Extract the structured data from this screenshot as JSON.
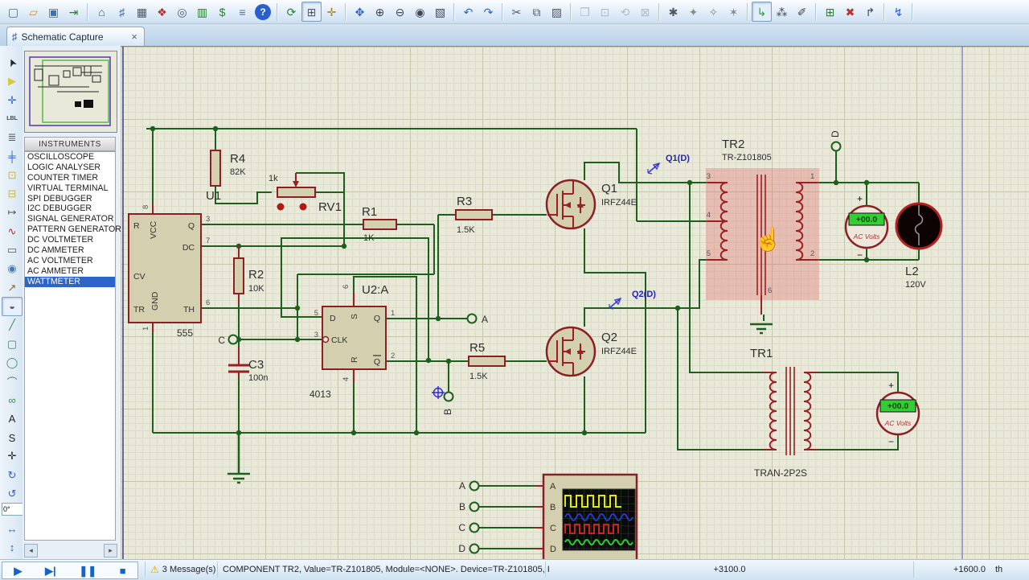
{
  "tab": {
    "title": "Schematic Capture",
    "close": "×",
    "icon": "♯"
  },
  "toolbar": {
    "groups": [
      {
        "items": [
          {
            "name": "new-design",
            "glyph": "▢",
            "color": "#55688a"
          },
          {
            "name": "open-design",
            "glyph": "▱",
            "color": "#c89a3a"
          },
          {
            "name": "save-design",
            "glyph": "▣",
            "color": "#3a6fba"
          },
          {
            "name": "import-design",
            "glyph": "⇥",
            "color": "#2e7d32"
          }
        ]
      },
      {
        "items": [
          {
            "name": "home-page",
            "glyph": "⌂",
            "color": "#556"
          },
          {
            "name": "schematic-capture",
            "glyph": "♯",
            "color": "#3a5f9e"
          },
          {
            "name": "pcb-layout",
            "glyph": "▦",
            "color": "#b03030"
          },
          {
            "name": "3d-visualizer",
            "glyph": "❖",
            "color": "#b03030"
          },
          {
            "name": "gerber-viewer",
            "glyph": "◎",
            "color": "#556"
          },
          {
            "name": "design-explorer",
            "glyph": "▥",
            "color": "#2e7d32"
          },
          {
            "name": "bill-of-materials",
            "glyph": "$",
            "color": "#2e7d32"
          },
          {
            "name": "project-notes",
            "glyph": "≡",
            "color": "#4a6fae"
          },
          {
            "name": "help",
            "glyph": "?",
            "color": "#ffffff",
            "badge": true
          }
        ]
      },
      {
        "items": [
          {
            "name": "redraw-display",
            "glyph": "⟳",
            "color": "#2e7d32"
          },
          {
            "name": "toggle-grid",
            "glyph": "⊞",
            "color": "#556",
            "state": "pressed"
          },
          {
            "name": "toggle-origin",
            "glyph": "✛",
            "color": "#a08020"
          }
        ]
      },
      {
        "items": [
          {
            "name": "pan",
            "glyph": "✥",
            "color": "#2a5fd0"
          },
          {
            "name": "zoom-in",
            "glyph": "⊕",
            "color": "#445"
          },
          {
            "name": "zoom-out",
            "glyph": "⊖",
            "color": "#445"
          },
          {
            "name": "zoom-all",
            "glyph": "◉",
            "color": "#445"
          },
          {
            "name": "zoom-area",
            "glyph": "▧",
            "color": "#445"
          }
        ]
      },
      {
        "items": [
          {
            "name": "undo",
            "glyph": "↶",
            "color": "#2a5fd0"
          },
          {
            "name": "redo",
            "glyph": "↷",
            "color": "#2a5fd0"
          }
        ]
      },
      {
        "items": [
          {
            "name": "cut",
            "glyph": "✂",
            "color": "#556"
          },
          {
            "name": "copy",
            "glyph": "⧉",
            "color": "#556"
          },
          {
            "name": "paste",
            "glyph": "▨",
            "color": "#556"
          }
        ]
      },
      {
        "items": [
          {
            "name": "copy-block",
            "glyph": "❐",
            "color": "#999",
            "state": "disabled"
          },
          {
            "name": "move-block",
            "glyph": "⊡",
            "color": "#999",
            "state": "disabled"
          },
          {
            "name": "rotate-block",
            "glyph": "⟲",
            "color": "#999",
            "state": "disabled"
          },
          {
            "name": "delete-block",
            "glyph": "⊠",
            "color": "#999",
            "state": "disabled"
          }
        ]
      },
      {
        "items": [
          {
            "name": "pick-parts",
            "glyph": "✱",
            "color": "#556"
          },
          {
            "name": "make-device",
            "glyph": "✦",
            "color": "#8a8a8a"
          },
          {
            "name": "packaging-tool",
            "glyph": "✧",
            "color": "#8a8a8a"
          },
          {
            "name": "decompose",
            "glyph": "✶",
            "color": "#8a8a8a"
          }
        ]
      },
      {
        "items": [
          {
            "name": "wire-autorouter",
            "glyph": "↳",
            "color": "#2aa02a",
            "state": "pressed"
          },
          {
            "name": "search-and-tag",
            "glyph": "⁂",
            "color": "#445"
          },
          {
            "name": "property-assignment-tool",
            "glyph": "✐",
            "color": "#445"
          }
        ]
      },
      {
        "items": [
          {
            "name": "new-root-sheet",
            "glyph": "⊞",
            "color": "#2e7d32"
          },
          {
            "name": "remove-sheet",
            "glyph": "✖",
            "color": "#c03030"
          },
          {
            "name": "goto-sheet",
            "glyph": "↱",
            "color": "#445"
          }
        ]
      },
      {
        "items": [
          {
            "name": "electrical-rule-check",
            "glyph": "↯",
            "color": "#2a5fd0"
          }
        ]
      }
    ]
  },
  "left_toolbar": {
    "items": [
      {
        "name": "selection-mode",
        "glyph": "➤",
        "color": "#222",
        "rot": -115
      },
      {
        "name": "component-mode",
        "glyph": "▶",
        "color": "#d9c83a"
      },
      {
        "name": "junction-dot-mode",
        "glyph": "✛",
        "color": "#2a5fd0"
      },
      {
        "name": "wire-label-mode",
        "glyph": "LBL",
        "color": "#445",
        "tiny": true
      },
      {
        "name": "text-script-mode",
        "glyph": "≣",
        "color": "#556"
      },
      {
        "name": "buses-mode",
        "glyph": "╪",
        "color": "#2a5fd0"
      },
      {
        "name": "subcircuit-mode",
        "glyph": "⊡",
        "color": "#c8b93a"
      },
      {
        "name": "terminals-mode",
        "glyph": "⊟",
        "color": "#c8b93a"
      },
      {
        "name": "device-pins-mode",
        "glyph": "↦",
        "color": "#556"
      },
      {
        "name": "graph-mode",
        "glyph": "∿",
        "color": "#b03030"
      },
      {
        "name": "tape-recorder-mode",
        "glyph": "▭",
        "color": "#556"
      },
      {
        "name": "generator-mode",
        "glyph": "◉",
        "color": "#4a7ab5"
      },
      {
        "name": "voltage-probe-mode",
        "glyph": "↗",
        "color": "#8a6d2f"
      },
      {
        "name": "virtual-instruments-mode",
        "glyph": "◒",
        "color": "#557",
        "selected": true
      },
      {
        "name": "2d-line-mode",
        "glyph": "╱",
        "color": "#3a8a5a"
      },
      {
        "name": "2d-box-mode",
        "glyph": "▢",
        "color": "#3a8a5a"
      },
      {
        "name": "2d-circle-mode",
        "glyph": "◯",
        "color": "#3a8a5a"
      },
      {
        "name": "2d-arc-mode",
        "glyph": "⌒",
        "color": "#3a8a5a"
      },
      {
        "name": "2d-path-mode",
        "glyph": "∞",
        "color": "#3a8a5a"
      },
      {
        "name": "2d-text-mode",
        "glyph": "A",
        "color": "#223"
      },
      {
        "name": "2d-symbol-mode",
        "glyph": "S",
        "color": "#223"
      },
      {
        "name": "2d-marker-mode",
        "glyph": "✛",
        "color": "#223"
      },
      {
        "name": "rotate-clockwise",
        "glyph": "↻",
        "color": "#2a5fd0"
      },
      {
        "name": "rotate-anticlockwise",
        "glyph": "↺",
        "color": "#2a5fd0"
      },
      {
        "name": "rotation-angle-field",
        "type": "field",
        "value": "0°"
      },
      {
        "name": "flip-horizontal",
        "glyph": "↔",
        "color": "#2a5fd0"
      },
      {
        "name": "flip-vertical",
        "glyph": "↕",
        "color": "#2a5fd0"
      }
    ]
  },
  "panel": {
    "instruments_header": "INSTRUMENTS",
    "instruments": [
      "OSCILLOSCOPE",
      "LOGIC ANALYSER",
      "COUNTER TIMER",
      "VIRTUAL TERMINAL",
      "SPI DEBUGGER",
      "I2C DEBUGGER",
      "SIGNAL GENERATOR",
      "PATTERN GENERATOR",
      "DC VOLTMETER",
      "DC AMMETER",
      "AC VOLTMETER",
      "AC AMMETER",
      "WATTMETER"
    ],
    "selected": "WATTMETER",
    "scroll_left": "◂",
    "scroll_right": "▸"
  },
  "schematic": {
    "u1": {
      "ref": "U1",
      "value": "555",
      "pin_r": "R",
      "pin_vcc": "VCC",
      "pin_q": "Q",
      "pin_dc": "DC",
      "pin_cv": "CV",
      "pin_tr": "TR",
      "pin_gnd": "GND",
      "pin_th": "TH",
      "n8": "8",
      "n1": "1",
      "n3": "3",
      "n7": "7",
      "n6": "6"
    },
    "r1": {
      "ref": "R1",
      "value": "1K"
    },
    "r2": {
      "ref": "R2",
      "value": "10K"
    },
    "r3": {
      "ref": "R3",
      "value": "1.5K"
    },
    "r4": {
      "ref": "R4",
      "value": "82K"
    },
    "r5": {
      "ref": "R5",
      "value": "1.5K"
    },
    "rv1": {
      "ref": "RV1",
      "value": "1k"
    },
    "c3": {
      "ref": "C3",
      "value": "100n"
    },
    "u2": {
      "ref": "U2:A",
      "value": "4013",
      "pin_d": "D",
      "pin_clk": "CLK",
      "pin_s": "S",
      "pin_r": "R",
      "pin_q": "Q",
      "pin_qb": "Q",
      "n5": "5",
      "n3": "3",
      "n1": "1",
      "n2": "2",
      "n6": "6",
      "n4": "4"
    },
    "q1": {
      "ref": "Q1",
      "value": "IRFZ44E"
    },
    "q2": {
      "ref": "Q2",
      "value": "IRFZ44E"
    },
    "tr2": {
      "ref": "TR2",
      "value": "TR-Z101805",
      "n1": "1",
      "n2": "2",
      "n3": "3",
      "n4": "4",
      "n5": "5",
      "n6": "6"
    },
    "tr1": {
      "ref": "TR1",
      "value": "TRAN-2P2S"
    },
    "l2": {
      "ref": "L2",
      "value": "120V"
    },
    "vm1": {
      "reading": "+00.0",
      "label": "AC Volts",
      "plus": "+",
      "minus": "−"
    },
    "vm2": {
      "reading": "+00.0",
      "label": "AC Volts",
      "plus": "+",
      "minus": "−"
    },
    "probe_q1": "Q1(D)",
    "probe_q2": "Q2(D)",
    "term_a": "A",
    "term_b": "B",
    "term_c": "C",
    "term_d": "D",
    "scope_in": [
      "A",
      "B",
      "C",
      "D"
    ],
    "scope_ch": [
      "A",
      "B",
      "C",
      "D"
    ]
  },
  "statusbar": {
    "play": "▶",
    "step": "▶|",
    "pause": "❚❚",
    "stop": "■",
    "warning_icon": "⚠",
    "messages": "3 Message(s)",
    "component_info": "COMPONENT TR2, Value=TR-Z101805, Module=<NONE>. Device=TR-Z101805, I",
    "coord_x": "+3100.0",
    "coord_y": "+1600.0",
    "units": "th"
  }
}
